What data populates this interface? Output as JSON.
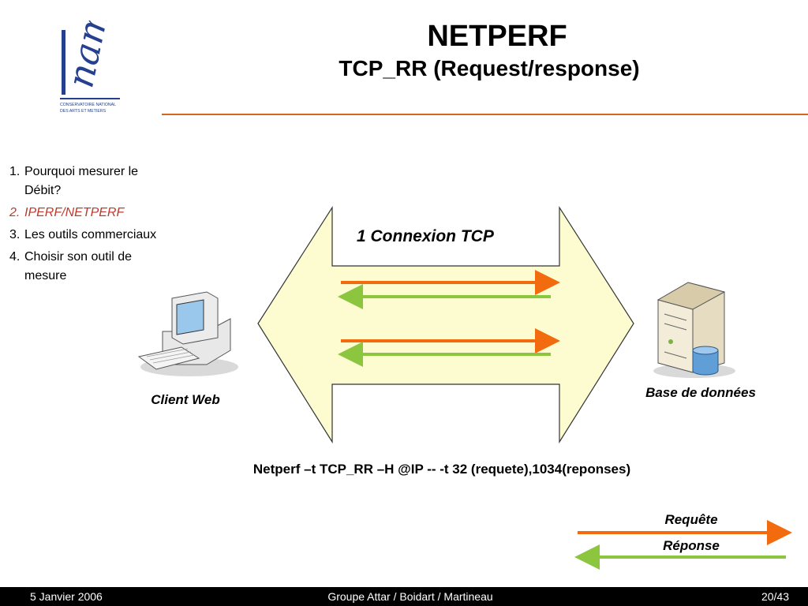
{
  "header": {
    "title": "NETPERF",
    "subtitle": "TCP_RR (Request/response)"
  },
  "logo": {
    "brand": "Cnam",
    "caption_line1": "CONSERVATOIRE NATIONAL",
    "caption_line2": "DES ARTS ET METIERS"
  },
  "toc": {
    "items": [
      {
        "num": "1.",
        "label": "Pourquoi mesurer le Débit?",
        "active": false
      },
      {
        "num": "2.",
        "label": "IPERF/NETPERF",
        "active": true
      },
      {
        "num": "3.",
        "label": "Les outils commerciaux",
        "active": false
      },
      {
        "num": "4.",
        "label": "Choisir son outil de mesure",
        "active": false
      }
    ]
  },
  "diagram": {
    "connection_label": "1 Connexion TCP",
    "client_label": "Client Web",
    "server_label": "Base de données",
    "command": "Netperf –t TCP_RR –H @IP -- -t 32 (requete),1034(reponses)",
    "legend": {
      "request_label": "Requête",
      "response_label": "Réponse"
    },
    "colors": {
      "request": "#f36b0f",
      "response": "#8cc63f",
      "band_fill": "#fdfbd0",
      "accent_rule": "#d2691e",
      "active_toc": "#c0392b"
    }
  },
  "footer": {
    "date": "5 Janvier 2006",
    "authors": "Groupe Attar / Boidart / Martineau",
    "page": "20/43"
  }
}
